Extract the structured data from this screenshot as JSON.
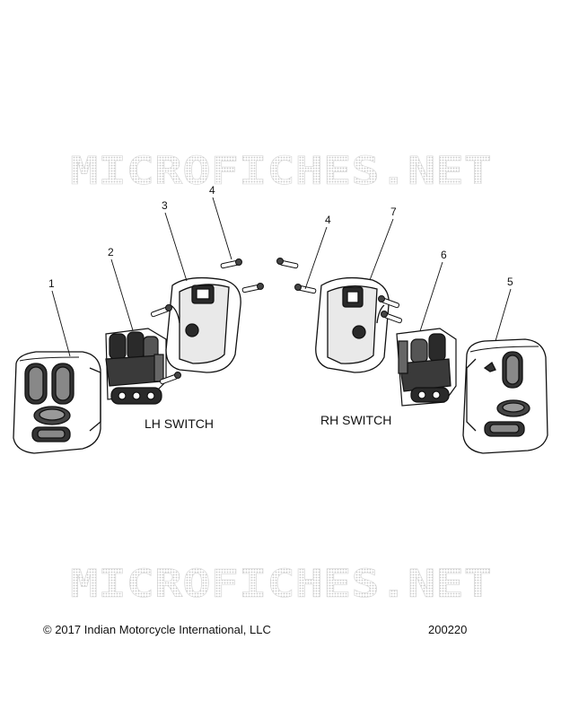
{
  "watermark": {
    "text": "MICROFICHES.NET",
    "color": "#d4d4d4"
  },
  "callouts": [
    {
      "id": "c1",
      "label": "1"
    },
    {
      "id": "c2",
      "label": "2"
    },
    {
      "id": "c3",
      "label": "3"
    },
    {
      "id": "c4a",
      "label": "4"
    },
    {
      "id": "c4b",
      "label": "4"
    },
    {
      "id": "c5",
      "label": "5"
    },
    {
      "id": "c6",
      "label": "6"
    },
    {
      "id": "c7",
      "label": "7"
    }
  ],
  "groups": {
    "left": "LH SWITCH",
    "right": "RH SWITCH"
  },
  "footer": {
    "copyright": "© 2017 Indian Motorcycle International, LLC",
    "doc_number": "200220"
  },
  "colors": {
    "line": "#111111",
    "part_fill": "#ffffff",
    "dark_fill": "#2a2a2a"
  }
}
